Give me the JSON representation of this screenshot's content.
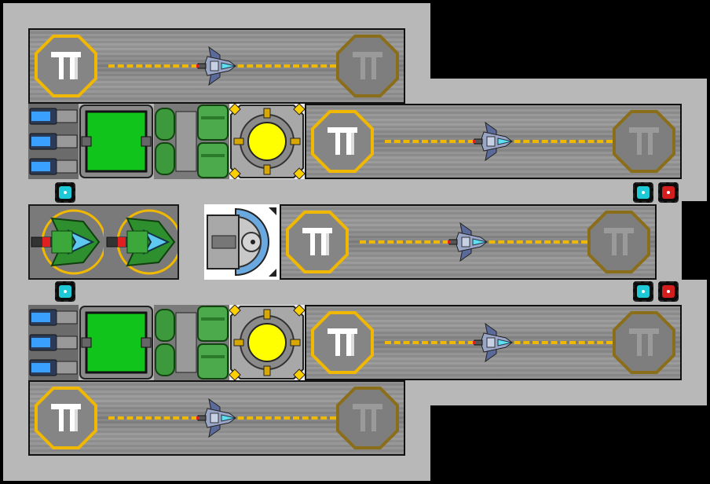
{
  "scene": "hangar-ship-layout",
  "colors": {
    "hull": "#b8b8b8",
    "bay_floor": "#8c8c8c",
    "runway_stripe": "#f0b800",
    "active_pad_ring": "#f0b800",
    "inactive_pad_ring": "#8a6e1a",
    "storage_green": "#10c41c",
    "reactor_core": "#ffff00",
    "button_cyan": "#1ec8d4",
    "button_red": "#d41e1e"
  },
  "hangar_bays": [
    {
      "id": "bay-1",
      "icon_launch": "launch-pad-icon",
      "icon_land": "landing-pad-icon",
      "ship": "fighter-ship-icon"
    },
    {
      "id": "bay-2",
      "icon_launch": "launch-pad-icon",
      "icon_land": "landing-pad-icon",
      "ship": "fighter-ship-icon"
    },
    {
      "id": "bay-3",
      "icon_launch": "launch-pad-icon",
      "icon_land": "landing-pad-icon",
      "ship": "fighter-ship-icon"
    },
    {
      "id": "bay-4",
      "icon_launch": "launch-pad-icon",
      "icon_land": "landing-pad-icon",
      "ship": "fighter-ship-icon"
    },
    {
      "id": "bay-5",
      "icon_launch": "launch-pad-icon",
      "icon_land": "landing-pad-icon",
      "ship": "fighter-ship-icon"
    }
  ],
  "modules": {
    "thrusters": "thruster-bank-icon",
    "storage": "cargo-storage-icon",
    "generator": "fuel-generator-icon",
    "reactor": "reactor-core-icon",
    "turret": "plasma-turret-icon",
    "cockpit": "cockpit-dome-icon"
  },
  "buttons": [
    {
      "id": "door-upper-left",
      "kind": "cyan"
    },
    {
      "id": "door-upper-right-cyan",
      "kind": "cyan"
    },
    {
      "id": "door-upper-right-red",
      "kind": "red"
    },
    {
      "id": "door-lower-left",
      "kind": "cyan"
    },
    {
      "id": "door-lower-right-cyan",
      "kind": "cyan"
    },
    {
      "id": "door-lower-right-red",
      "kind": "red"
    }
  ]
}
